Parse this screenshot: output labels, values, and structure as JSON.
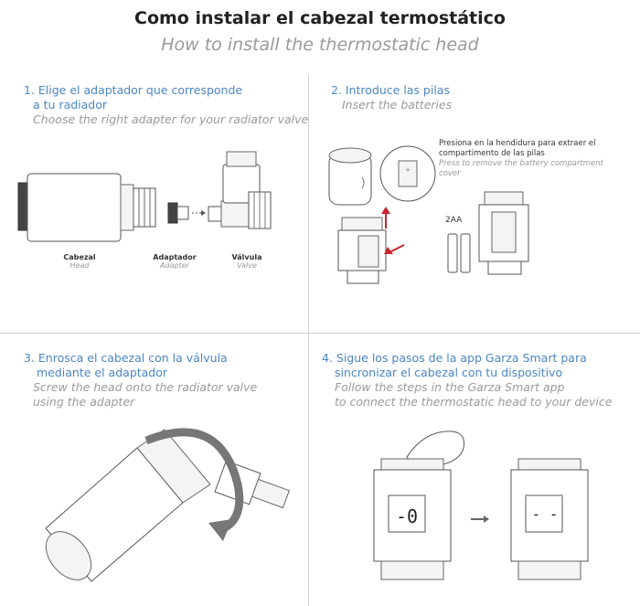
{
  "header": {
    "title": "Como instalar el cabezal termostático",
    "subtitle": "How to install the thermostatic head"
  },
  "steps": [
    {
      "es_line1": "1. Elige el adaptador que corresponde",
      "es_line2": "a tu radiador",
      "en_line1": "Choose the right adapter for your radiator valve",
      "labels": [
        {
          "es": "Cabezal",
          "en": "Head"
        },
        {
          "es": "Adaptador",
          "en": "Adapter"
        },
        {
          "es": "Válvula",
          "en": "Valve"
        }
      ]
    },
    {
      "es_line1": "2. Introduce las pilas",
      "en_line1": "Insert the batteries",
      "note_es_line1": "Presiona en la hendidura para extraer el",
      "note_es_line2": "compartimento de las pilas",
      "note_en_line1": "Press to remove the battery compartment",
      "note_en_line2": "cover",
      "battery_label": "2AA"
    },
    {
      "es_line1": "3. Enrosca el cabezal con la válvula",
      "es_line2": "mediante el adaptador",
      "en_line1": "Screw the head onto the radiator valve",
      "en_line2": "using the adapter"
    },
    {
      "es_line1": "4. Sigue los pasos de la app Garza Smart para",
      "es_line2": "sincronizar el cabezal con tu dispositivo",
      "en_line1": "Follow the steps in the Garza Smart app",
      "en_line2": "to connect the thermostatic head to your device",
      "display_before": "-0",
      "display_after": "- -"
    }
  ],
  "colors": {
    "accent": "#4a86c5",
    "muted": "#9a9a9a",
    "arrow": "#c8242b"
  },
  "icons": [
    "thermostatic-head-icon",
    "adapter-icon",
    "valve-icon",
    "battery-icon",
    "rotate-arrow-icon",
    "hand-icon",
    "arrow-right-icon"
  ]
}
